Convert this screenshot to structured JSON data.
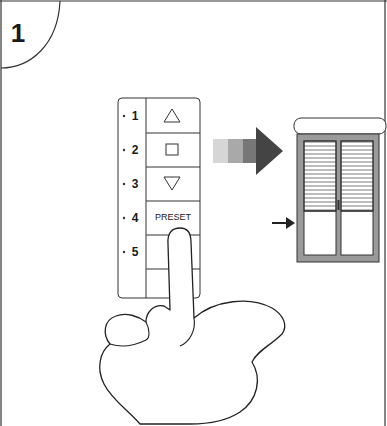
{
  "diagram": {
    "labels": [
      "1",
      "1",
      "2",
      "3",
      "4",
      "5",
      "PRESET"
    ]
  }
}
